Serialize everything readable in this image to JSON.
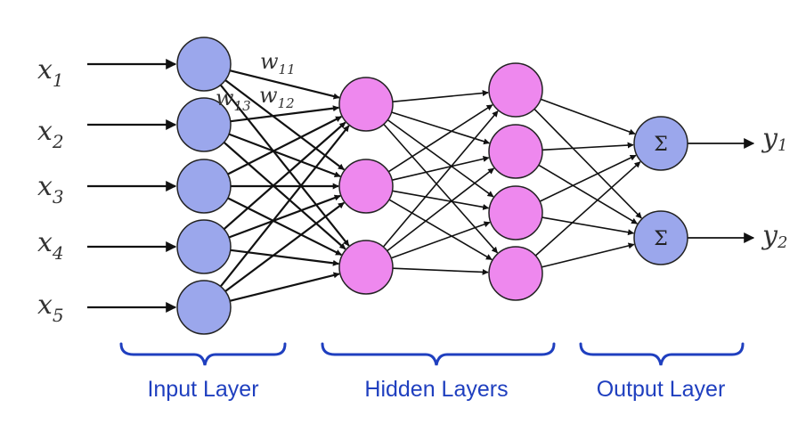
{
  "colors": {
    "input_node": "#9ba7ec",
    "hidden_node": "#ee88ee",
    "output_node": "#9ba7ec",
    "node_stroke": "#222222",
    "edge": "#111111",
    "layer_label": "#1f3fbf"
  },
  "inputs": [
    {
      "base": "x",
      "sub": "1"
    },
    {
      "base": "x",
      "sub": "2"
    },
    {
      "base": "x",
      "sub": "3"
    },
    {
      "base": "x",
      "sub": "4"
    },
    {
      "base": "x",
      "sub": "5"
    }
  ],
  "outputs": [
    {
      "base": "y",
      "sub": "1"
    },
    {
      "base": "y",
      "sub": "2"
    }
  ],
  "weights": [
    {
      "base": "w",
      "sub": "11"
    },
    {
      "base": "w",
      "sub": "12"
    },
    {
      "base": "w",
      "sub": "13"
    }
  ],
  "output_symbol": "Σ",
  "layer_labels": {
    "input": "Input Layer",
    "hidden": "Hidden Layers",
    "output": "Output Layer"
  }
}
